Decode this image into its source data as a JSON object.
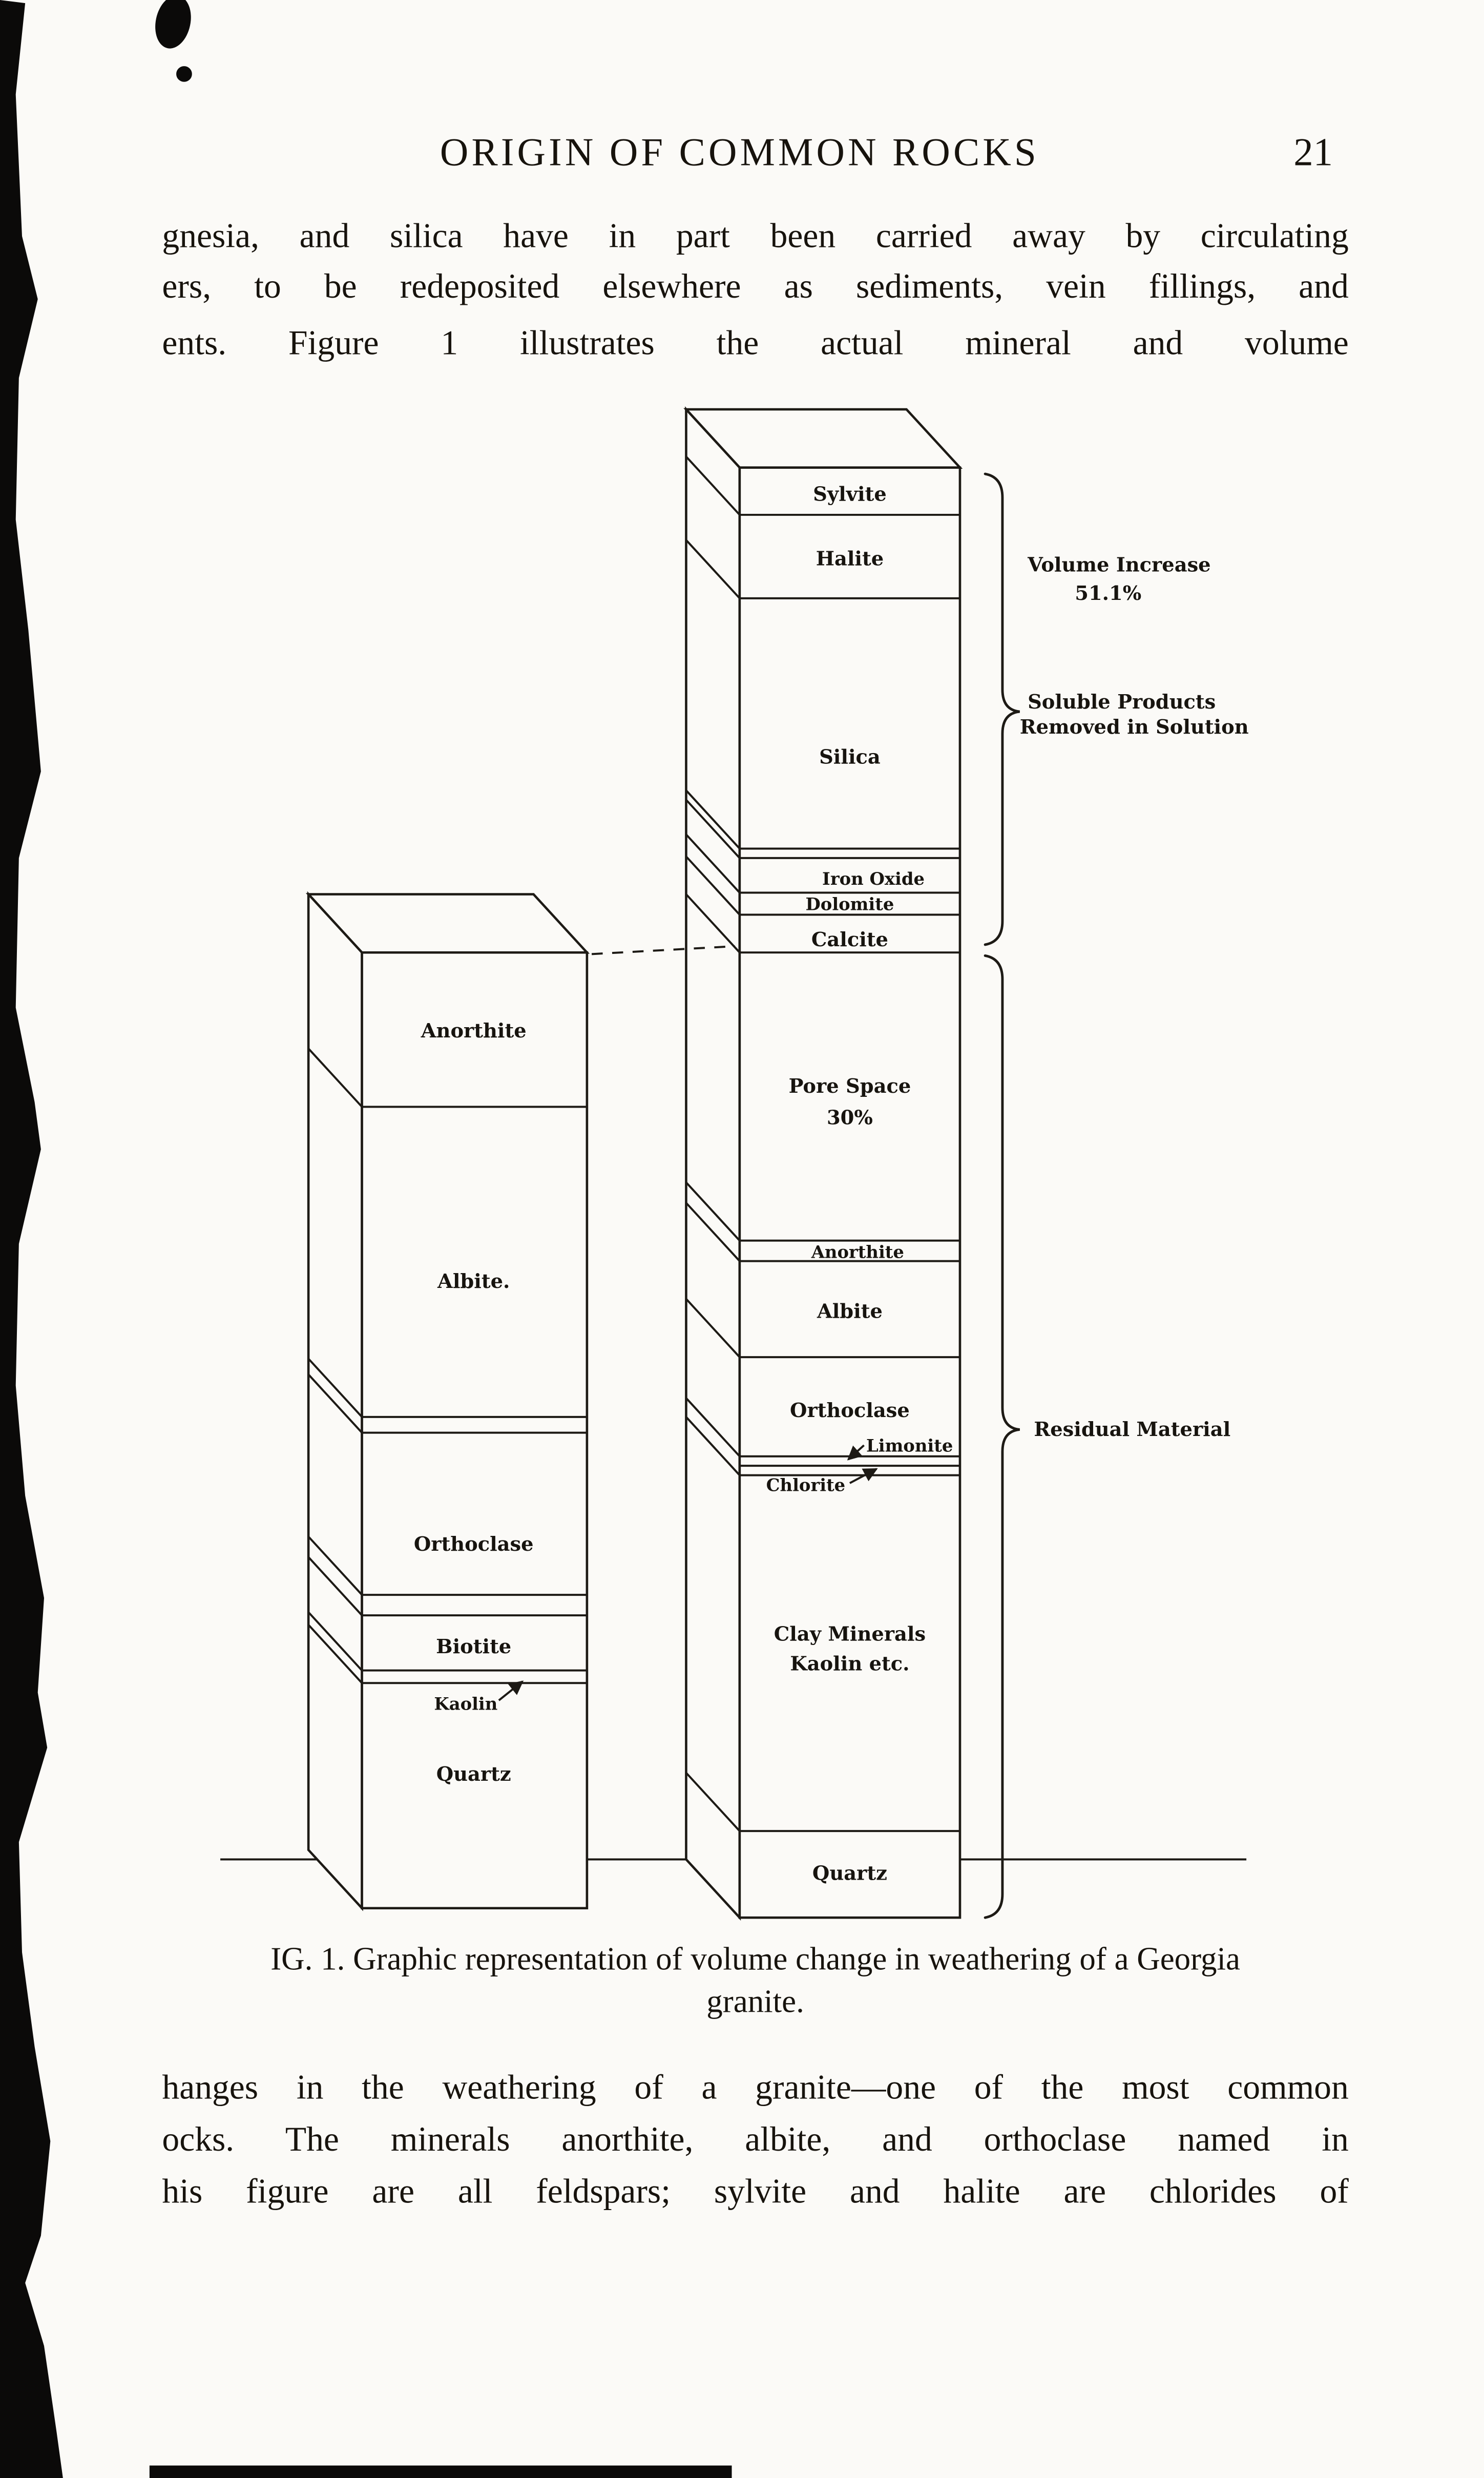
{
  "header": {
    "title": "ORIGIN OF COMMON ROCKS",
    "page_number": "21"
  },
  "paragraph_top": {
    "line1": "gnesia, and silica have in part been carried away by circulating",
    "line2": "ers, to be redeposited elsewhere as sediments, vein fillings, and",
    "line3": "ents.  Figure 1 illustrates the actual mineral and volume"
  },
  "figure": {
    "left_column": {
      "segments": {
        "anorthite": "Anorthite",
        "albite": "Albite.",
        "orthoclase": "Orthoclase",
        "biotite": "Biotite",
        "kaolin": "Kaolin",
        "quartz": "Quartz"
      }
    },
    "right_column": {
      "segments": {
        "sylvite": "Sylvite",
        "halite": "Halite",
        "silica": "Silica",
        "iron_oxide": "Iron Oxide",
        "dolomite": "Dolomite",
        "calcite": "Calcite",
        "pore_space": "Pore Space",
        "pore_space_pct": "30%",
        "anorthite": "Anorthite",
        "albite": "Albite",
        "orthoclase": "Orthoclase",
        "limonite": "Limonite",
        "chlorite": "Chlorite",
        "clay_line1": "Clay Minerals",
        "clay_line2": "Kaolin etc.",
        "quartz": "Quartz"
      }
    },
    "annotations": {
      "volume_increase_line1": "Volume Increase",
      "volume_increase_line2": "51.1%",
      "soluble_line1": "Soluble Products",
      "soluble_line2": "Removed in Solution",
      "residual": "Residual Material"
    }
  },
  "caption": {
    "line1": "IG. 1.  Graphic representation of volume change in weathering of a Georgia",
    "line2": "granite."
  },
  "paragraph_bottom": {
    "line1": "hanges in the weathering of a granite—one of the most common",
    "line2": "ocks.  The minerals anorthite, albite, and orthoclase named in",
    "line3": "his figure are all feldspars; sylvite and halite are chlorides of"
  }
}
